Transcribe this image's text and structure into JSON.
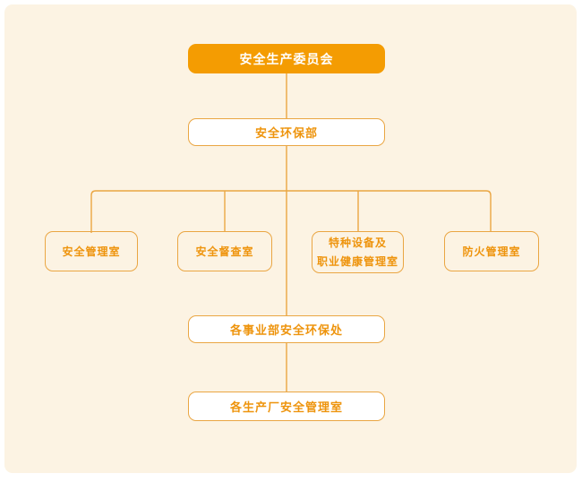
{
  "colors": {
    "page_margin": "#FFFFFF",
    "canvas_background": "#FCF3E3",
    "accent_fill": "#F49C02",
    "line": "#EAA643",
    "box_border": "#EAA643",
    "box_text": "#EE940D",
    "root_text": "#FFFFFF"
  },
  "org_chart": {
    "root": {
      "label": "安全生产委员会"
    },
    "dept": {
      "label": "安全环保部"
    },
    "offices": [
      {
        "label": "安全管理室"
      },
      {
        "label": "安全督查室"
      },
      {
        "label": "特种设备及\n职业健康管理室"
      },
      {
        "label": "防火管理室"
      }
    ],
    "division": {
      "label": "各事业部安全环保处"
    },
    "plant": {
      "label": "各生产厂安全管理室"
    }
  }
}
